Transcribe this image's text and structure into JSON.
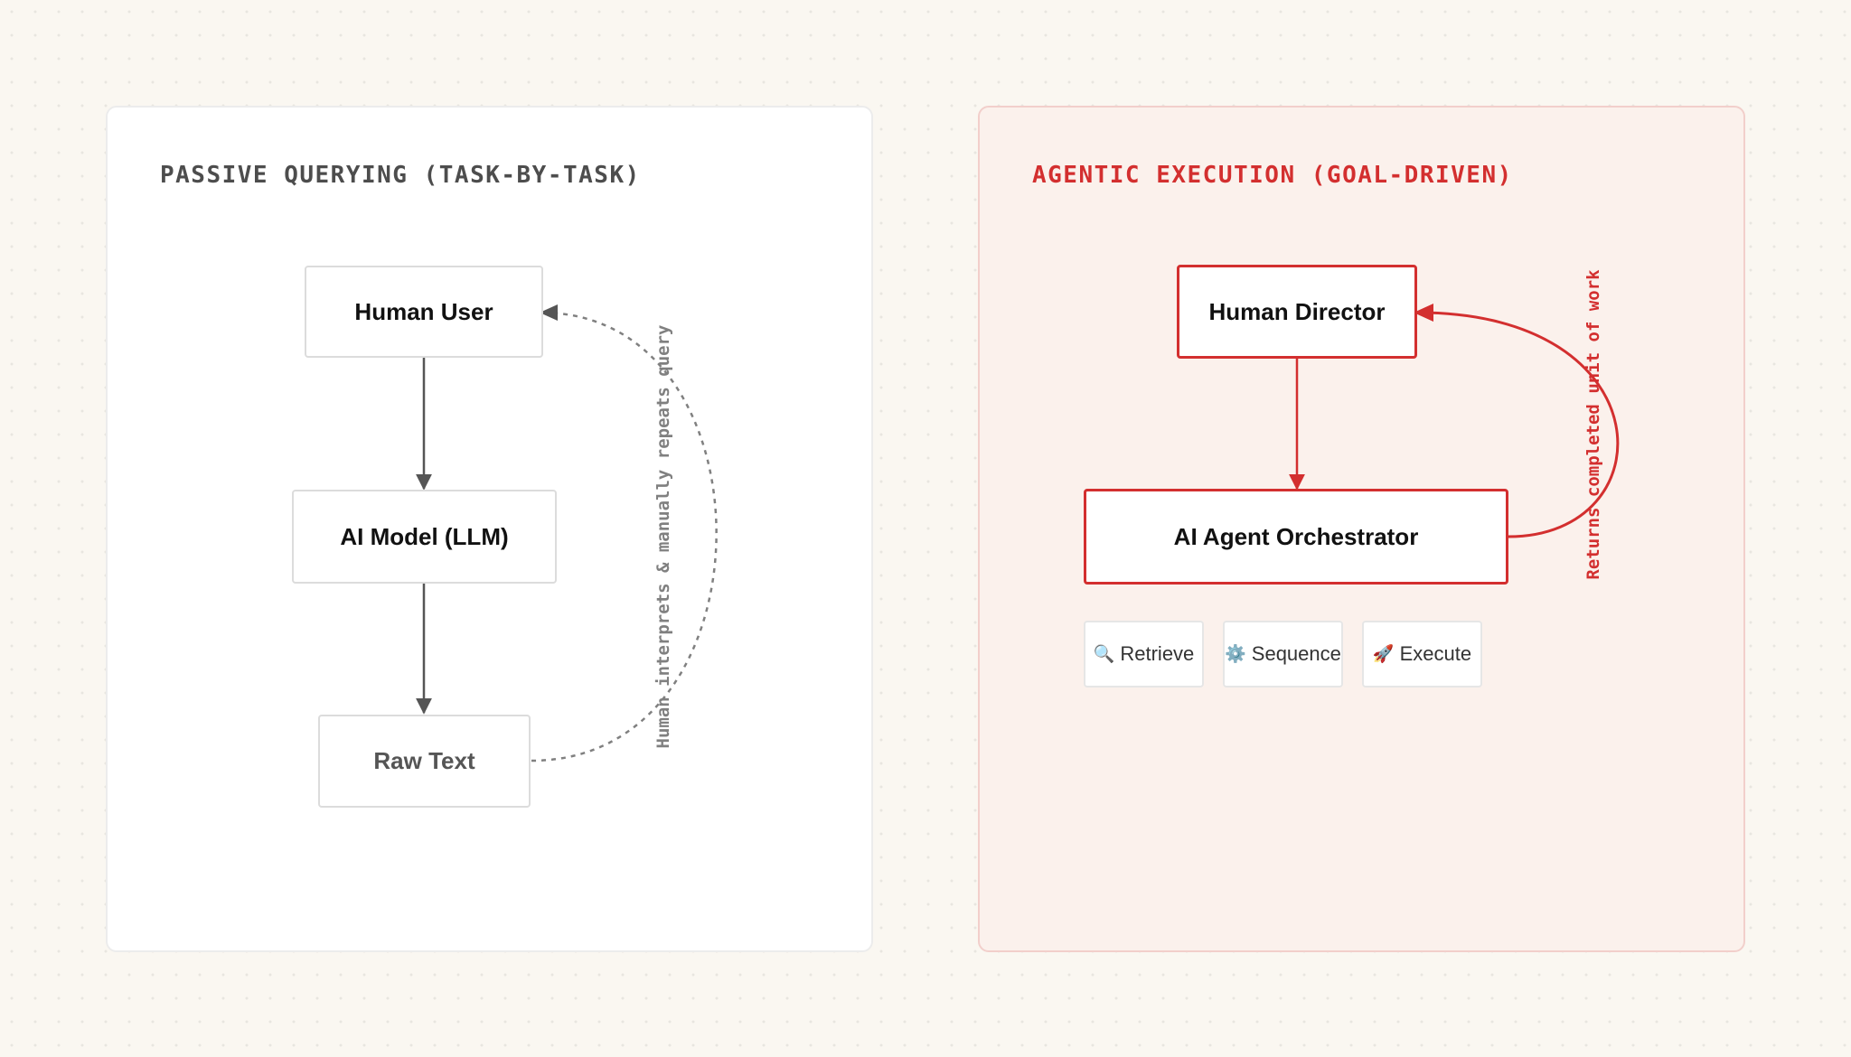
{
  "passive": {
    "title": "PASSIVE QUERYING (TASK-BY-TASK)",
    "nodes": {
      "user": "Human User",
      "model": "AI Model (LLM)",
      "output": "Raw Text"
    },
    "loop_label": "Human interprets & manually repeats query"
  },
  "agentic": {
    "title": "AGENTIC EXECUTION (GOAL-DRIVEN)",
    "nodes": {
      "director": "Human Director",
      "orchestrator": "AI Agent Orchestrator"
    },
    "loop_label": "Returns completed unit of work",
    "capabilities": [
      {
        "icon": "🔍",
        "icon_name": "magnifier-icon",
        "label": "Retrieve"
      },
      {
        "icon": "⚙️",
        "icon_name": "gear-icon",
        "label": "Sequence"
      },
      {
        "icon": "🚀",
        "icon_name": "rocket-icon",
        "label": "Execute"
      }
    ]
  },
  "colors": {
    "background": "#faf7f1",
    "passive_arrow": "#555555",
    "passive_loop": "#808080",
    "accent_red": "#d32f2f",
    "agentic_panel": "#fbf1ec"
  }
}
